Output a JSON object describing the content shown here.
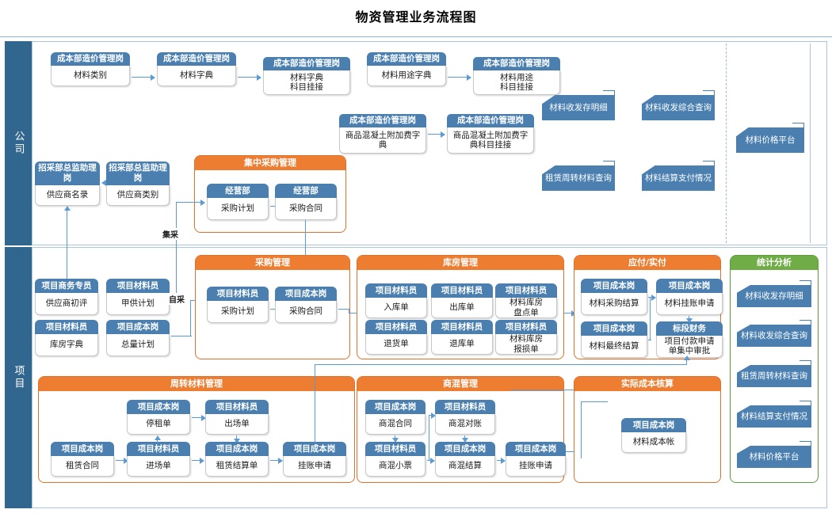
{
  "page": {
    "title": "物资管理业务流程图",
    "colors": {
      "orange": "#ED7D31",
      "blue": "#4a7fb0",
      "green": "#70AD47",
      "lane": "#31678f",
      "connector": "#5b9bd5"
    }
  },
  "lanes": [
    {
      "id": "company",
      "label": "公司"
    },
    {
      "id": "project",
      "label": "项目"
    }
  ],
  "company": {
    "dict_chain_1": [
      {
        "role": "成本部造价管理岗",
        "task": "材料类别"
      },
      {
        "role": "成本部造价管理岗",
        "task": "材料字典"
      },
      {
        "role": "成本部造价管理岗",
        "task": "材料字典\n科目挂接"
      },
      {
        "role": "成本部造价管理岗",
        "task": "材料用途字典"
      },
      {
        "role": "成本部造价管理岗",
        "task": "材料用途\n科目挂接"
      }
    ],
    "dict_chain_2": [
      {
        "role": "成本部造价管理岗",
        "task": "商品混凝土附加费字典"
      },
      {
        "role": "成本部造价管理岗",
        "task": "商品混凝土附加费字典科目挂接"
      }
    ],
    "supplier_chain": [
      {
        "role": "招采部总监助理岗",
        "task": "供应商名录"
      },
      {
        "role": "招采部总监助理岗",
        "task": "供应商类别"
      }
    ],
    "central_purchase": {
      "title": "集中采购管理",
      "items": [
        {
          "role": "经营部",
          "task": "采购计划"
        },
        {
          "role": "经营部",
          "task": "采购合同"
        }
      ]
    },
    "reports": [
      "材料收发存明细",
      "材料收发综合查询",
      "租赁周转材料查询",
      "材料结算支付情况"
    ],
    "platform_report": "材料价格平台"
  },
  "project": {
    "left_boxes": [
      {
        "role": "项目商务专员",
        "task": "供应商初评"
      },
      {
        "role": "项目材料员",
        "task": "甲供计划"
      },
      {
        "role": "项目材料员",
        "task": "库房字典"
      },
      {
        "role": "项目成本岗",
        "task": "总量计划"
      }
    ],
    "purchase": {
      "title": "采购管理",
      "items": [
        {
          "role": "项目材料员",
          "task": "采购计划"
        },
        {
          "role": "项目成本岗",
          "task": "采购合同"
        }
      ]
    },
    "warehouse": {
      "title": "库房管理",
      "items": [
        {
          "role": "项目材料员",
          "task": "入库单"
        },
        {
          "role": "项目材料员",
          "task": "出库单"
        },
        {
          "role": "项目材料员",
          "task": "材料库房\n盘点单"
        },
        {
          "role": "项目材料员",
          "task": "退货单"
        },
        {
          "role": "项目材料员",
          "task": "退库单"
        },
        {
          "role": "项目材料员",
          "task": "材料库房\n报损单"
        }
      ]
    },
    "payable": {
      "title": "应付/实付",
      "items": [
        {
          "role": "项目成本岗",
          "task": "材料采购结算"
        },
        {
          "role": "项目成本岗",
          "task": "材料挂账申请"
        },
        {
          "role": "项目成本岗",
          "task": "材料最终结算"
        },
        {
          "role": "标段财务",
          "task": "项目付款申请\n单集中审批"
        }
      ]
    },
    "turnover": {
      "title": "周转材料管理",
      "items": [
        {
          "role": "项目成本岗",
          "task": "停租单"
        },
        {
          "role": "项目材料员",
          "task": "出场单"
        },
        {
          "role": "项目成本岗",
          "task": "租赁合同"
        },
        {
          "role": "项目材料员",
          "task": "进场单"
        },
        {
          "role": "项目成本岗",
          "task": "租赁结算单"
        },
        {
          "role": "项目成本岗",
          "task": "挂账申请"
        }
      ]
    },
    "concrete": {
      "title": "商混管理",
      "items": [
        {
          "role": "项目成本岗",
          "task": "商混合同"
        },
        {
          "role": "项目材料员",
          "task": "商混对账"
        },
        {
          "role": "项目材料员",
          "task": "商混小票"
        },
        {
          "role": "项目成本岗",
          "task": "商混结算"
        },
        {
          "role": "项目成本岗",
          "task": "挂账申请"
        }
      ]
    },
    "actual_cost": {
      "title": "实际成本核算",
      "items": [
        {
          "role": "项目成本岗",
          "task": "材料成本帐"
        }
      ]
    },
    "stats": {
      "title": "统计分析",
      "reports": [
        "材料收发存明细",
        "材料收发综合查询",
        "租赁周转材料查询",
        "材料结算支付情况",
        "材料价格平台"
      ]
    }
  },
  "edge_labels": {
    "central": "集采",
    "self": "自采"
  }
}
